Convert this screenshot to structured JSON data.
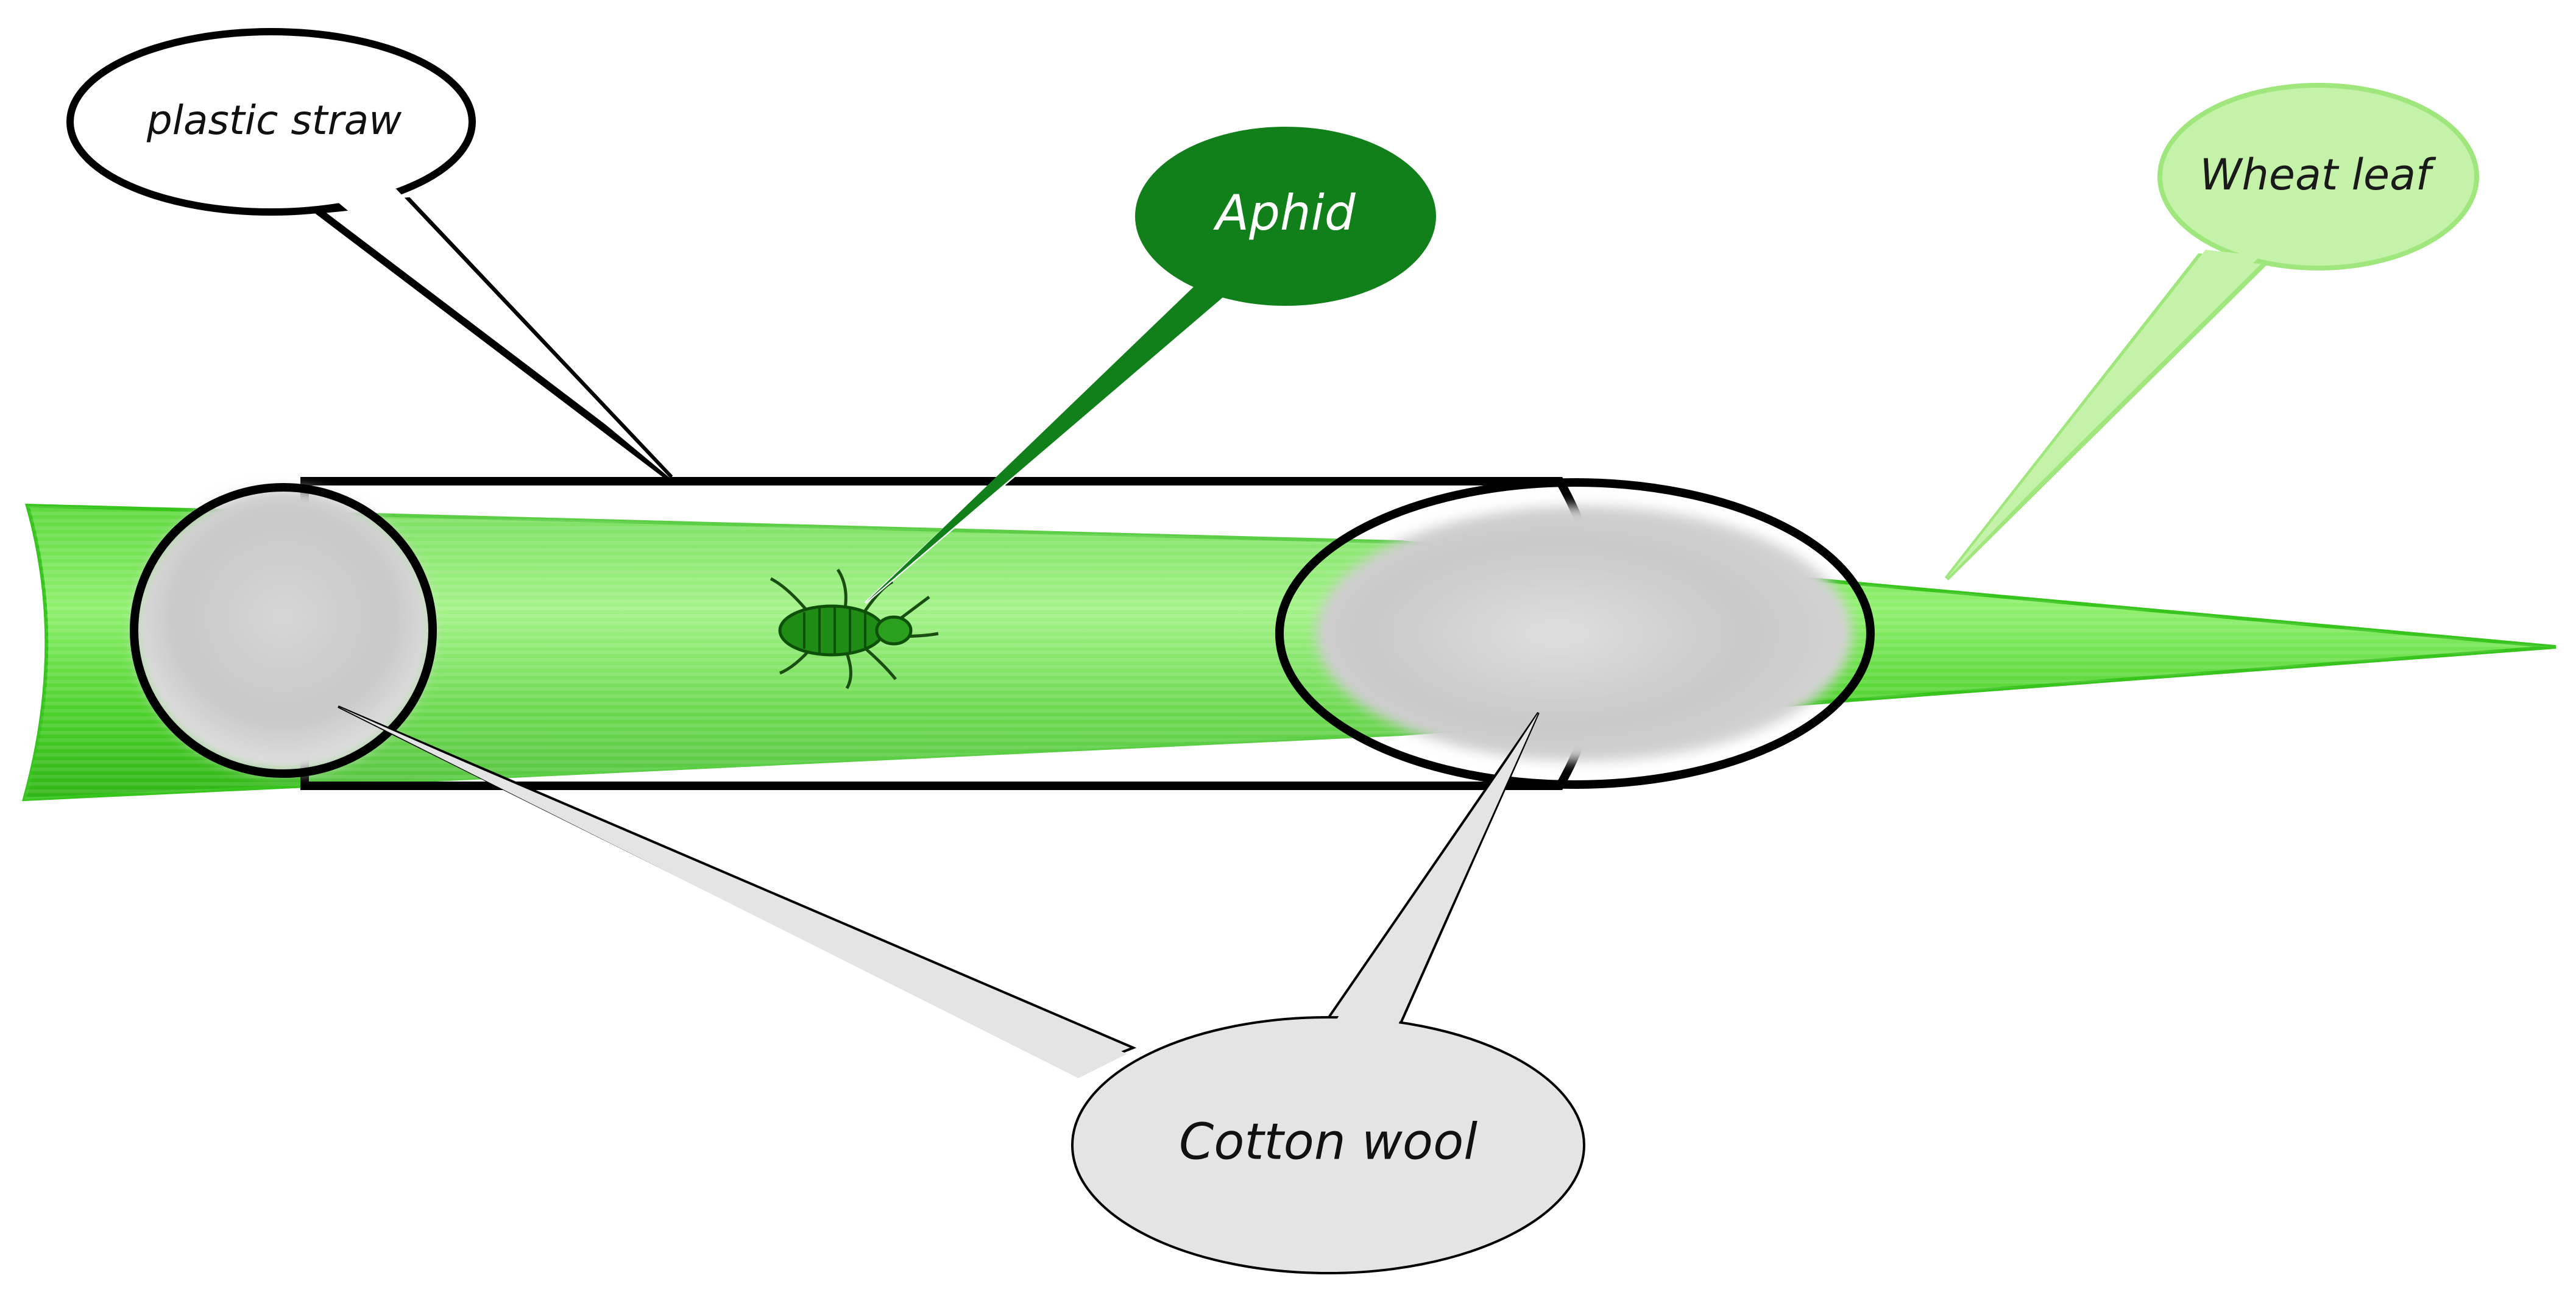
{
  "labels": {
    "plastic_straw": "plastic straw",
    "aphid": "Aphid",
    "wheat_leaf": "Wheat leaf",
    "cotton_wool": "Cotton wool"
  },
  "colors": {
    "leaf_green": "#33cc1a",
    "leaf_light": "#7ee860",
    "aphid_bubble": "#12801a",
    "wheat_bubble": "#c4f2a8",
    "cotton_bubble": "#e4e4e4",
    "straw_outline": "#000000",
    "cotton_fill": "#cfcfcf"
  }
}
